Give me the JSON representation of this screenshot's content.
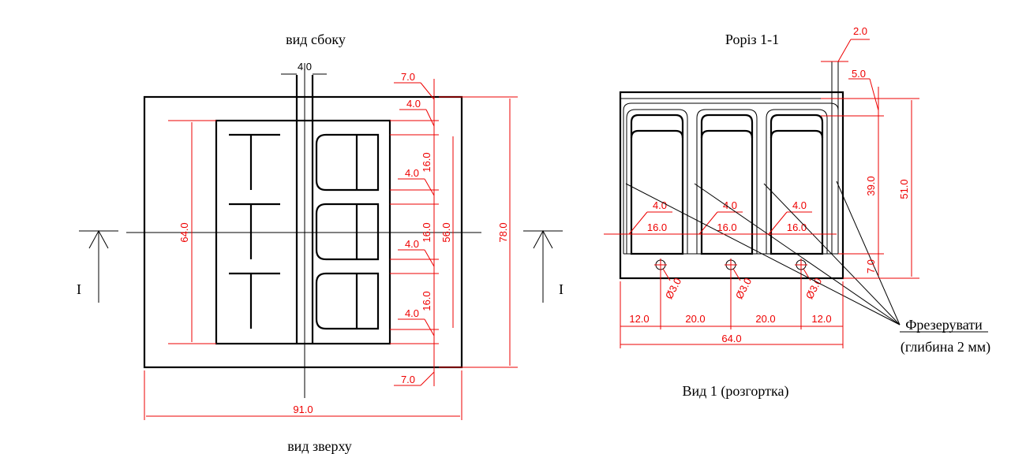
{
  "titles": {
    "side_view": "вид сбоку",
    "top_view": "вид зверху",
    "section": "Роріз 1-1",
    "view1": "Вид 1 (розгортка)",
    "section_mark_left": "I",
    "section_mark_right": "I"
  },
  "left_view": {
    "gap_dim": "4.0",
    "dim_64": "64.0",
    "dim_78": "78.0",
    "dim_56": "56.0",
    "dim_91": "91.0",
    "chain": [
      "7.0",
      "4.0",
      "16.0",
      "4.0",
      "16.0",
      "4.0",
      "16.0",
      "4.0",
      "7.0"
    ]
  },
  "right_view": {
    "dim_2": "2.0",
    "dim_5": "5.0",
    "dim_39": "39.0",
    "dim_51": "51.0",
    "dim_7": "7.0",
    "wall_4": [
      "4.0",
      "4.0",
      "4.0"
    ],
    "pocket_16": [
      "16.0",
      "16.0",
      "16.0"
    ],
    "holes": [
      "Ø3.0",
      "Ø3.0",
      "Ø3.0"
    ],
    "bottom_chain": [
      "12.0",
      "20.0",
      "20.0",
      "12.0"
    ],
    "dim_64": "64.0",
    "note_line1": "Фрезерувати",
    "note_line2": "(глибина 2 мм)"
  },
  "colors": {
    "dimension": "#e00000",
    "outline": "#000000"
  }
}
